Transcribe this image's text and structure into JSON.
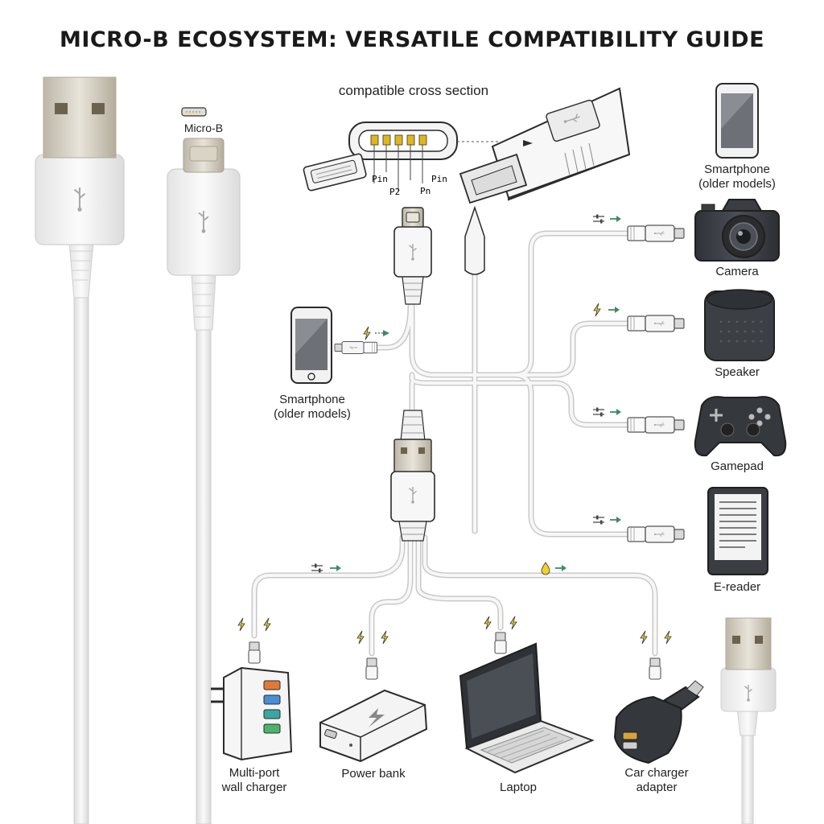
{
  "title": "MICRO-B ECOSYSTEM: VERSATILE COMPATIBILITY GUIDE",
  "cross_section": {
    "title": "compatible cross section",
    "pin_labels": [
      "Pin",
      "P2",
      "Pn",
      "Pin"
    ]
  },
  "connector_label": "Micro-B",
  "devices": {
    "smartphone_right": [
      "Smartphone",
      "(older models)"
    ],
    "smartphone_left": [
      "Smartphone",
      "(older models)"
    ],
    "camera": "Camera",
    "speaker": "Speaker",
    "gamepad": "Gamepad",
    "ereader": "E-reader",
    "wall_charger": [
      "Multi-port",
      "wall charger"
    ],
    "power_bank": "Power bank",
    "laptop": "Laptop",
    "car_charger": [
      "Car charger",
      "adapter"
    ]
  },
  "colors": {
    "cable": "#f2f2f2",
    "outline": "#2b2b2b",
    "lightning": "#e3c21a",
    "arrow": "#3e8a63",
    "device_dark": "#3a3d42",
    "pins": "#e0b71a"
  },
  "icons": [
    "usb-logo-icon",
    "lightning-icon",
    "sliders-icon",
    "drop-icon",
    "arrow-right-icon"
  ]
}
